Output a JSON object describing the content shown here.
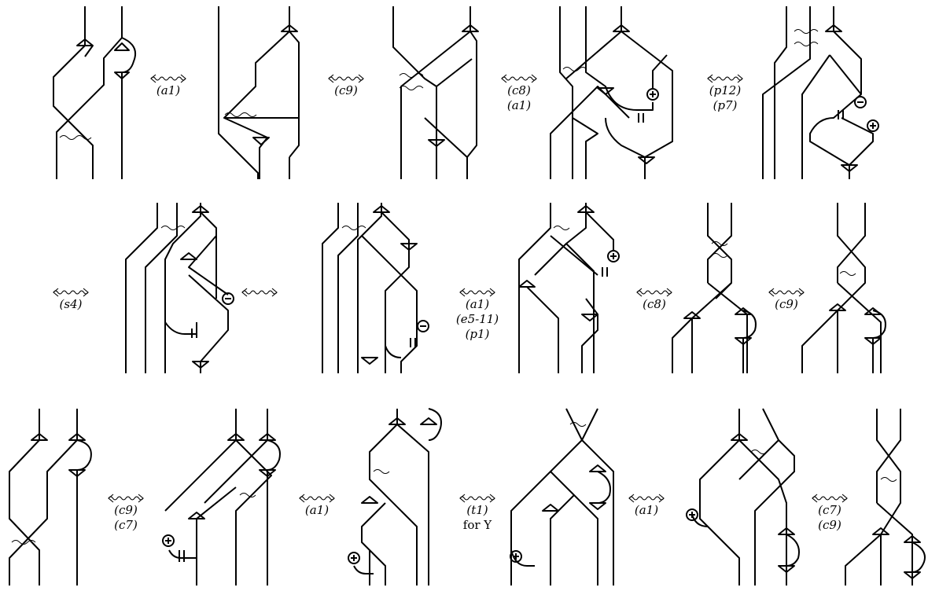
{
  "relations": [
    {
      "row": 0,
      "lines": [
        "(a1)"
      ]
    },
    {
      "row": 0,
      "lines": [
        "(c9)"
      ]
    },
    {
      "row": 0,
      "lines": [
        "(c8)",
        "(a1)"
      ]
    },
    {
      "row": 0,
      "lines": [
        "(p12)",
        "(p7)"
      ]
    },
    {
      "row": 1,
      "lines": [
        "(s4)"
      ]
    },
    {
      "row": 1,
      "lines": [
        ""
      ]
    },
    {
      "row": 1,
      "lines": [
        "(a1)",
        "(e5-11)",
        "(p1)"
      ]
    },
    {
      "row": 1,
      "lines": [
        "(c8)"
      ]
    },
    {
      "row": 1,
      "lines": [
        "(c9)"
      ]
    },
    {
      "row": 2,
      "lines": [
        "(c9)",
        "(c7)"
      ]
    },
    {
      "row": 2,
      "lines": [
        "(a1)"
      ]
    },
    {
      "row": 2,
      "lines": [
        "(t1)",
        "for Y"
      ]
    },
    {
      "row": 2,
      "lines": [
        "(a1)"
      ]
    },
    {
      "row": 2,
      "lines": [
        "(c7)",
        "(c9)"
      ]
    }
  ],
  "signs": {
    "plus": "+",
    "minus": "−"
  },
  "colors": {
    "ink": "#000000",
    "background": "#ffffff"
  }
}
